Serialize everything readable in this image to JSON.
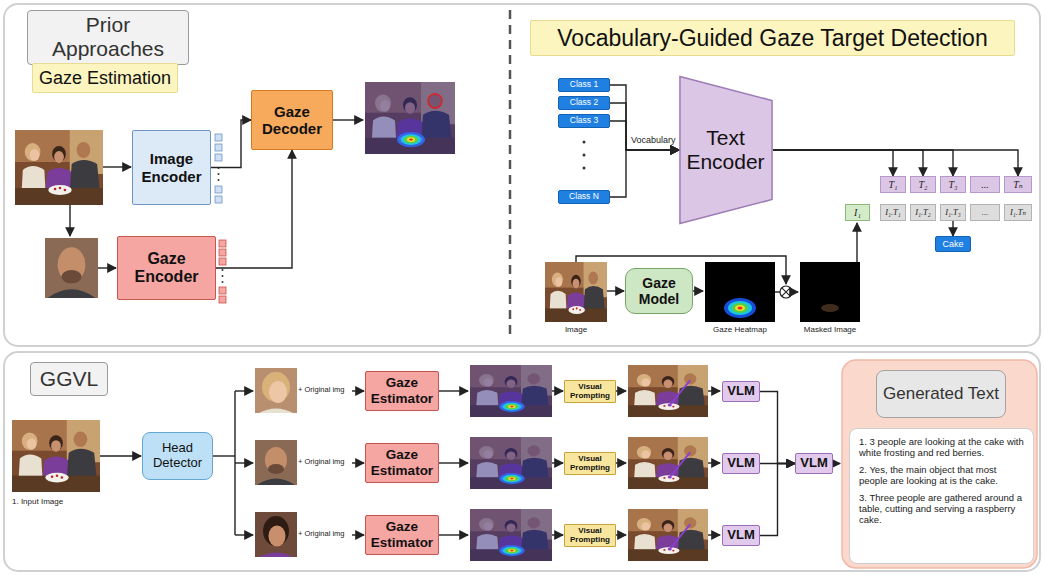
{
  "diagram": {
    "nodes": [
      {
        "text": [
          "Prior Approaches"
        ]
      },
      {
        "text": [
          "Gaze Estimation"
        ]
      },
      {
        "text": [
          "Image Encoder"
        ]
      },
      {
        "text": [
          "Gaze Encoder"
        ]
      },
      {
        "text": [
          "Gaze Decoder"
        ]
      },
      {
        "text": [
          "Vocabulary-Guided Gaze Target Detection"
        ]
      },
      {
        "text": [
          "Class 1"
        ]
      },
      {
        "text": [
          "Class 2"
        ]
      },
      {
        "text": [
          "Class 3"
        ]
      },
      {
        "text": [
          "Class N"
        ]
      },
      {
        "text": [
          "Text Encoder"
        ]
      },
      {
        "text": [
          "T₁"
        ]
      },
      {
        "text": [
          "T₂"
        ]
      },
      {
        "text": [
          "T₃"
        ]
      },
      {
        "text": [
          "..."
        ]
      },
      {
        "text": [
          "Tₙ"
        ]
      },
      {
        "text": [
          "I₁"
        ]
      },
      {
        "text": [
          "I₁.T₁"
        ]
      },
      {
        "text": [
          "I₁.T₂"
        ]
      },
      {
        "text": [
          "I₁.T₃"
        ]
      },
      {
        "text": [
          "..."
        ]
      },
      {
        "text": [
          "I₁.Tₙ"
        ]
      },
      {
        "text": [
          "Cake"
        ]
      },
      {
        "text": [
          "Gaze Model"
        ]
      },
      {
        "text": [
          "GGVL"
        ]
      },
      {
        "text": [
          "Head Detector"
        ]
      },
      {
        "text": [
          "Gaze Estimator"
        ]
      },
      {
        "text": [
          "Gaze Estimator"
        ]
      },
      {
        "text": [
          "Gaze Estimator"
        ]
      },
      {
        "text": [
          "Visual Prompting"
        ]
      },
      {
        "text": [
          "Visual Prompting"
        ]
      },
      {
        "text": [
          "Visual Prompting"
        ]
      },
      {
        "text": [
          "VLM"
        ]
      },
      {
        "text": [
          "VLM"
        ]
      },
      {
        "text": [
          "VLM"
        ]
      },
      {
        "text": [
          "VLM"
        ]
      },
      {
        "text": [
          "Generated Text"
        ]
      },
      {
        "text": [
          "1. 3 people are looking at the cake with white frosting and red berries.",
          "2. Yes, the main object that most people are looking at is the cake.",
          "3. Three people are gathered around a table, cutting and serving a raspberry cake."
        ]
      }
    ],
    "edges": [
      {
        "from": 2,
        "to": 4,
        "arrow": "to"
      },
      {
        "from": 3,
        "to": 4,
        "arrow": "to"
      },
      {
        "from": 6,
        "to": 10,
        "arrow": "to"
      },
      {
        "from": 7,
        "to": 10,
        "arrow": "to"
      },
      {
        "from": 8,
        "to": 10,
        "arrow": "to"
      },
      {
        "from": 9,
        "to": 10,
        "arrow": "to"
      },
      {
        "from": 10,
        "to": 11,
        "arrow": "to"
      },
      {
        "from": 10,
        "to": 12,
        "arrow": "to"
      },
      {
        "from": 10,
        "to": 13,
        "arrow": "to"
      },
      {
        "from": 10,
        "to": 15,
        "arrow": "to"
      },
      {
        "from": 19,
        "to": 22,
        "arrow": "to"
      },
      {
        "from": 32,
        "to": 35,
        "arrow": "to"
      },
      {
        "from": 33,
        "to": 35,
        "arrow": "to"
      },
      {
        "from": 34,
        "to": 35,
        "arrow": "to"
      }
    ],
    "labels": [
      "Vocabulary",
      "Image",
      "Gaze Heatmap",
      "Masked Image",
      "1. Input Image",
      "+ Original img",
      "+ Original img",
      "+ Original img"
    ]
  }
}
